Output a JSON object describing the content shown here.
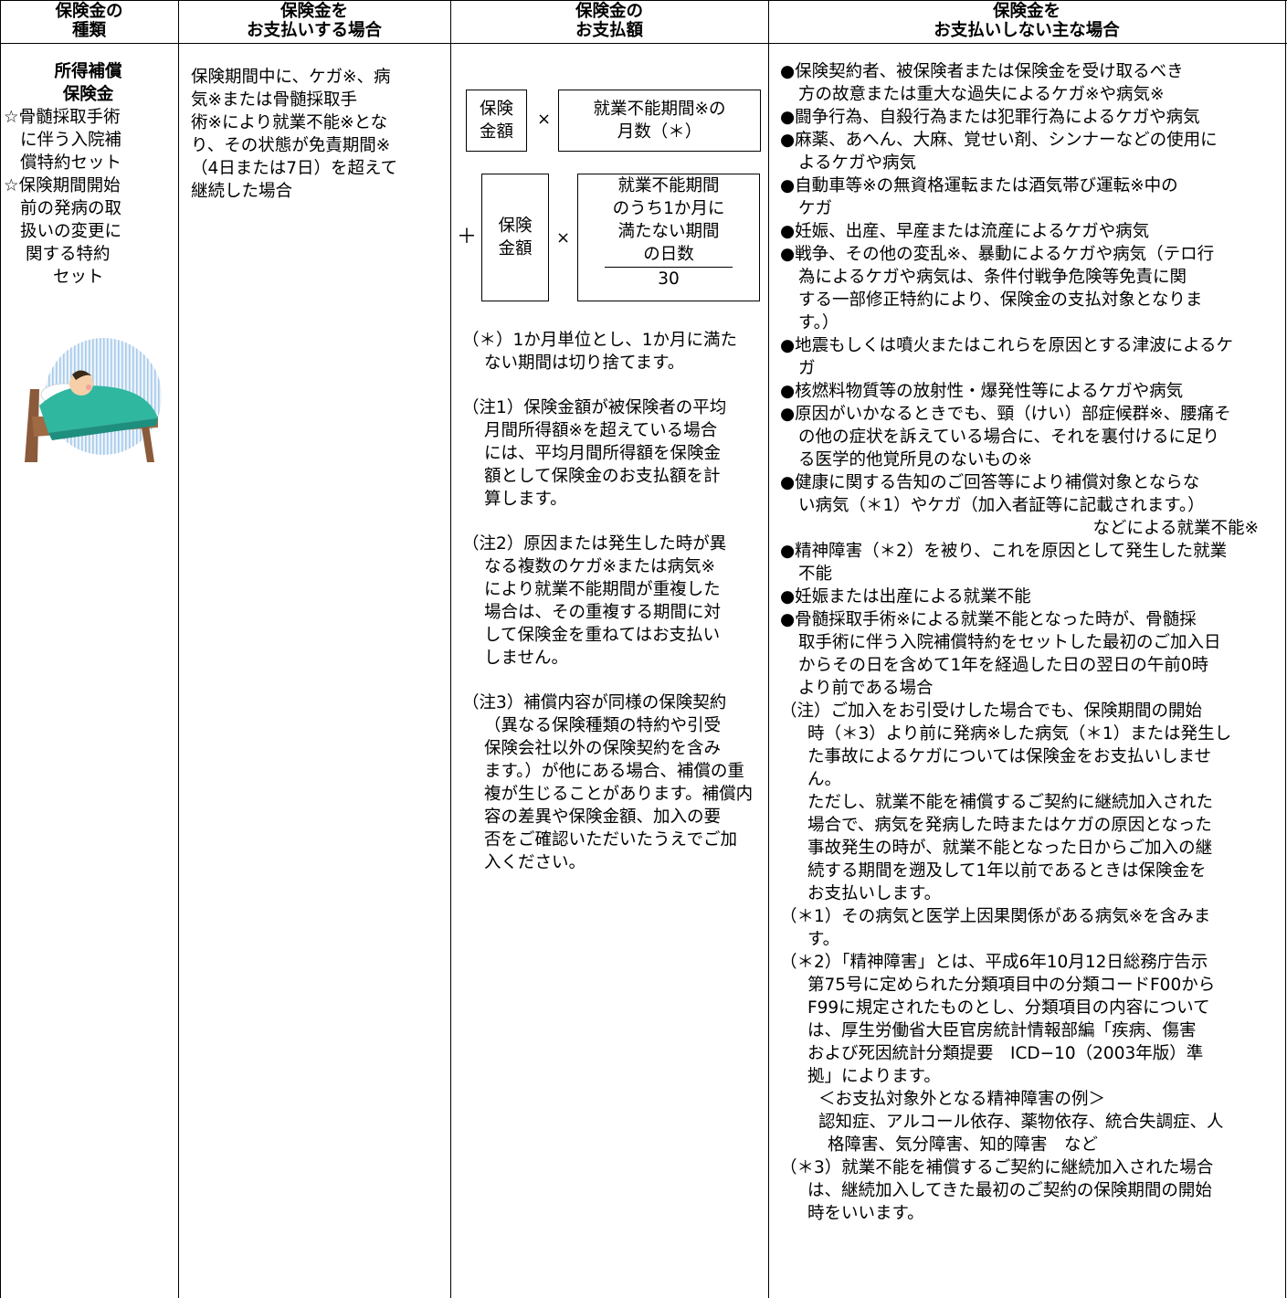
{
  "header": {
    "col1": [
      "保険金の",
      "種類"
    ],
    "col2": [
      "保険金を",
      "お支払いする場合"
    ],
    "col3": [
      "保険金の",
      "お支払額"
    ],
    "col4": [
      "保険金を",
      "お支払いしない主な場合"
    ]
  },
  "type_column": {
    "title1": "所得補償",
    "title2": "保険金",
    "riders": [
      [
        "☆骨髄採取手術",
        "に伴う入院補",
        "償特約セット"
      ],
      [
        "☆保険期間開始",
        "前の発病の取",
        "扱いの変更に",
        "関する特約",
        "セット"
      ]
    ]
  },
  "condition_column": [
    "保険期間中に、ケガ※、病",
    "気※または骨髄採取手",
    "術※により就業不能※とな",
    "り、その状態が免責期間※",
    "（4日または7日）を超えて",
    "継続した場合"
  ],
  "formula": {
    "row1": {
      "box_a": [
        "保険",
        "金額"
      ],
      "times": "×",
      "box_b": [
        "就業不能期間※の",
        "月数（＊）"
      ]
    },
    "row2": {
      "plus": "＋",
      "box_a": [
        "保険",
        "金額"
      ],
      "times": "×",
      "numerator": [
        "就業不能期間",
        "のうち1か月に",
        "満たない期間",
        "の日数"
      ],
      "denominator": "30"
    }
  },
  "payment_notes": [
    [
      "（＊）1か月単位とし、1か月に満た",
      "ない期間は切り捨てます。"
    ],
    [
      "（注1）保険金額が被保険者の平均",
      "月間所得額※を超えている場合",
      "には、平均月間所得額を保険金",
      "額として保険金のお支払額を計",
      "算します。"
    ],
    [
      "（注2）原因または発生した時が異",
      "なる複数のケガ※または病気※",
      "により就業不能期間が重複した",
      "場合は、その重複する期間に対",
      "して保険金を重ねてはお支払い",
      "しません。"
    ],
    [
      "（注3）補償内容が同様の保険契約",
      "（異なる保険種類の特約や引受",
      "保険会社以外の保険契約を含み",
      "ます。）が他にある場合、補償の重",
      "複が生じることがあります。補償内",
      "容の差異や保険金額、加入の要",
      "否をご確認いただいたうえでご加",
      "入ください。"
    ]
  ],
  "exclusions": [
    [
      "●保険契約者、被保険者または保険金を受け取るべき",
      "方の故意または重大な過失によるケガ※や病気※"
    ],
    [
      "●闘争行為、自殺行為または犯罪行為によるケガや病気"
    ],
    [
      "●麻薬、あへん、大麻、覚せい剤、シンナーなどの使用に",
      "よるケガや病気"
    ],
    [
      "●自動車等※の無資格運転または酒気帯び運転※中の",
      "ケガ"
    ],
    [
      "●妊娠、出産、早産または流産によるケガや病気"
    ],
    [
      "●戦争、その他の変乱※、暴動によるケガや病気（テロ行",
      "為によるケガや病気は、条件付戦争危険等免責に関",
      "する一部修正特約により、保険金の支払対象となりま",
      "す。）"
    ],
    [
      "●地震もしくは噴火またはこれらを原因とする津波によるケ",
      "ガ"
    ],
    [
      "●核燃料物質等の放射性・爆発性等によるケガや病気"
    ],
    [
      "●原因がいかなるときでも、頸（けい）部症候群※、腰痛そ",
      "の他の症状を訴えている場合に、それを裏付けるに足り",
      "る医学的他覚所見のないもの※"
    ],
    [
      "●健康に関する告知のご回答等により補償対象とならな",
      "い病気（＊1）やケガ（加入者証等に記載されます。）"
    ]
  ],
  "exclusions_suffix": "などによる就業不能※",
  "exclusions2": [
    [
      "●精神障害（＊2）を被り、これを原因として発生した就業",
      "不能"
    ],
    [
      "●妊娠または出産による就業不能"
    ],
    [
      "●骨髄採取手術※による就業不能となった時が、骨髄採",
      "取手術に伴う入院補償特約をセットした最初のご加入日",
      "からその日を含めて1年を経過した日の翌日の午前0時",
      "より前である場合"
    ]
  ],
  "exclusion_notes": {
    "note": [
      "（注）ご加入をお引受けした場合でも、保険期間の開始",
      "時（＊3）より前に発病※した病気（＊1）または発生し",
      "た事故によるケガについては保険金をお支払いしませ",
      "ん。"
    ],
    "proviso": [
      "ただし、就業不能を補償するご契約に継続加入された",
      "場合で、病気を発病した時またはケガの原因となった",
      "事故発生の時が、就業不能となった日からご加入の継",
      "続する期間を遡及して1年以前であるときは保険金を",
      "お支払いします。"
    ],
    "star1": [
      "（＊1）その病気と医学上因果関係がある病気※を含みま",
      "す。"
    ],
    "star2": [
      "（＊2）「精神障害」とは、平成6年10月12日総務庁告示",
      "第75号に定められた分類項目中の分類コードF00から",
      "F99に規定されたものとし、分類項目の内容について",
      "は、厚生労働省大臣官房統計情報部編「疾病、傷害",
      "および死因統計分類提要　ICD−10（2003年版）準",
      "拠」によります。"
    ],
    "examples_title": "＜お支払対象外となる精神障害の例＞",
    "examples": [
      "認知症、アルコール依存、薬物依存、統合失調症、人",
      "格障害、気分障害、知的障害　など"
    ],
    "star3": [
      "（＊3）就業不能を補償するご契約に継続加入された場合",
      "は、継続加入してきた最初のご契約の保険期間の開始",
      "時をいいます。"
    ]
  },
  "colors": {
    "blanket": "#2fb7a0",
    "blanket_dark": "#1e8f7e",
    "bed": "#8a5a3a",
    "stripes": "#6fa8dc"
  }
}
